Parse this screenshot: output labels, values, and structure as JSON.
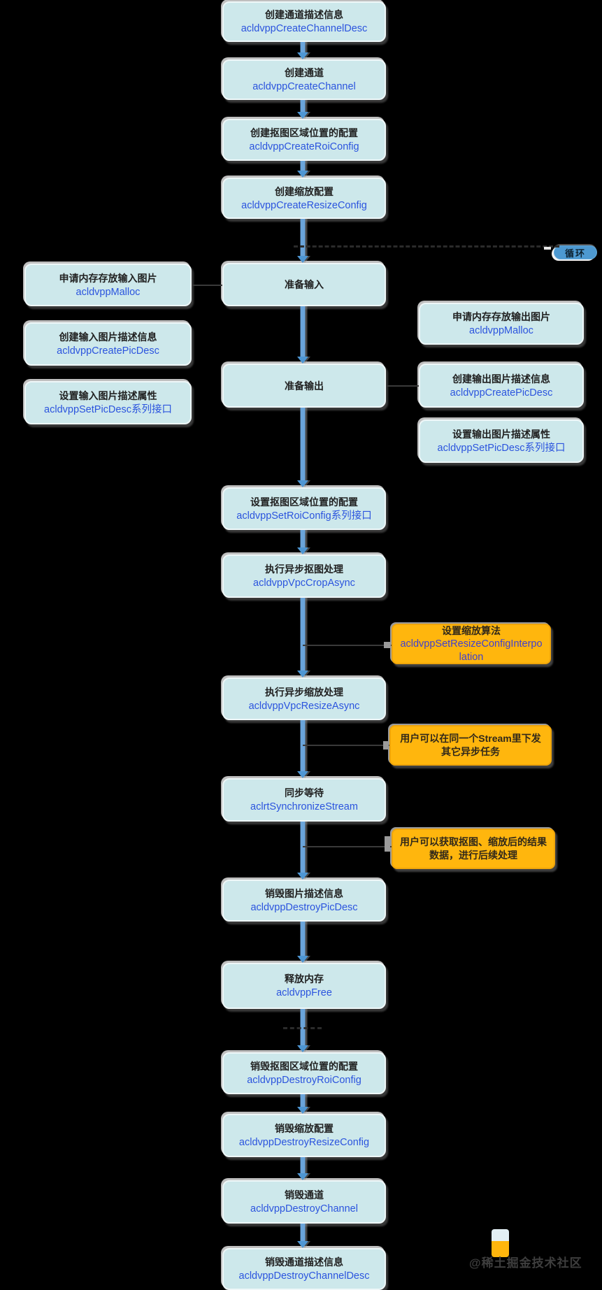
{
  "loop_badge": {
    "label": "循环"
  },
  "main_flow": [
    {
      "title": "创建通道描述信息",
      "api": "acldvppCreateChannelDesc"
    },
    {
      "title": "创建通道",
      "api": "acldvppCreateChannel"
    },
    {
      "title": "创建抠图区域位置的配置",
      "api": "acldvppCreateRoiConfig"
    },
    {
      "title": "创建缩放配置",
      "api": "acldvppCreateResizeConfig"
    },
    {
      "title": "准备输入",
      "api": ""
    },
    {
      "title": "准备输出",
      "api": ""
    },
    {
      "title": "设置抠图区域位置的配置",
      "api": "acldvppSetRoiConfig系列接口"
    },
    {
      "title": "执行异步抠图处理",
      "api": "acldvppVpcCropAsync"
    },
    {
      "title": "执行异步缩放处理",
      "api": "acldvppVpcResizeAsync"
    },
    {
      "title": "同步等待",
      "api": "aclrtSynchronizeStream"
    },
    {
      "title": "销毁图片描述信息",
      "api": "acldvppDestroyPicDesc"
    },
    {
      "title": "释放内存",
      "api": "acldvppFree"
    },
    {
      "title": "销毁抠图区域位置的配置",
      "api": "acldvppDestroyRoiConfig"
    },
    {
      "title": "销毁缩放配置",
      "api": "acldvppDestroyResizeConfig"
    },
    {
      "title": "销毁通道",
      "api": "acldvppDestroyChannel"
    },
    {
      "title": "销毁通道描述信息",
      "api": "acldvppDestroyChannelDesc"
    }
  ],
  "input_boxes": [
    {
      "title": "申请内存存放输入图片",
      "api": "acldvppMalloc"
    },
    {
      "title": "创建输入图片描述信息",
      "api": "acldvppCreatePicDesc"
    },
    {
      "title": "设置输入图片描述属性",
      "api": "acldvppSetPicDesc系列接口"
    }
  ],
  "output_boxes": [
    {
      "title": "申请内存存放输出图片",
      "api": "acldvppMalloc"
    },
    {
      "title": "创建输出图片描述信息",
      "api": "acldvppCreatePicDesc"
    },
    {
      "title": "设置输出图片描述属性",
      "api": "acldvppSetPicDesc系列接口"
    }
  ],
  "notes": [
    {
      "title": "设置缩放算法",
      "api": "acldvppSetResizeConfigInterpolation"
    },
    {
      "title": "用户可以在同一个Stream里下发其它异步任务",
      "api": ""
    },
    {
      "title": "用户可以获取抠图、缩放后的结果数据，进行后续处理",
      "api": ""
    }
  ],
  "watermark": {
    "text": "@稀土掘金技术社区"
  },
  "colors": {
    "background": "#000000",
    "box_fill": "#cde8eb",
    "api_blue": "#2b54de",
    "arrow_blue": "#6aa4da",
    "note_fill": "#ffb60d",
    "note_api_blue": "#4040cf",
    "badge_fill": "#4d99d1"
  }
}
